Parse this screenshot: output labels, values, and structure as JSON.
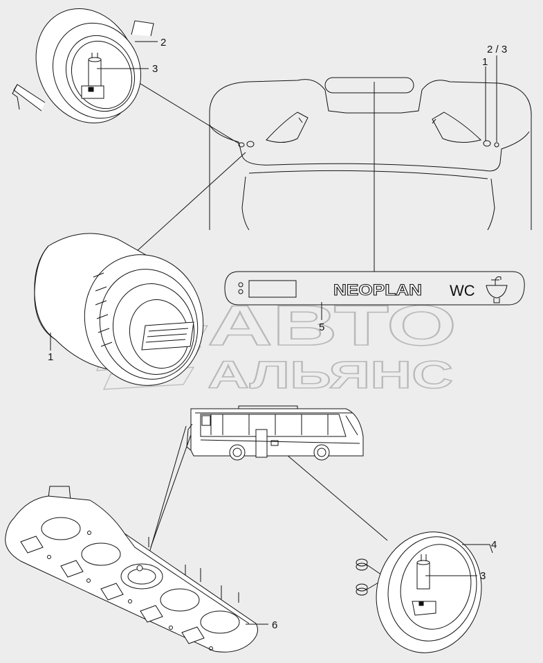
{
  "diagram": {
    "callouts": {
      "top_lamp_cover": "2",
      "top_lamp_bulb": "3",
      "roof_pos_1": "1",
      "roof_pos_23": "2 / 3",
      "main_lamp": "1",
      "panel": "5",
      "bottom_lamp_cover": "4",
      "bottom_lamp_bulb": "3",
      "lamp_strip": "6"
    },
    "panel": {
      "brand": "NEOPLAN",
      "wc_text": "WC"
    },
    "watermark": {
      "line1": "АВТО",
      "line2": "АЛЬЯНС"
    },
    "colors": {
      "background": "#ededed",
      "line": "#111111",
      "fill": "#ffffff",
      "watermark": "#b9b9b9"
    }
  }
}
